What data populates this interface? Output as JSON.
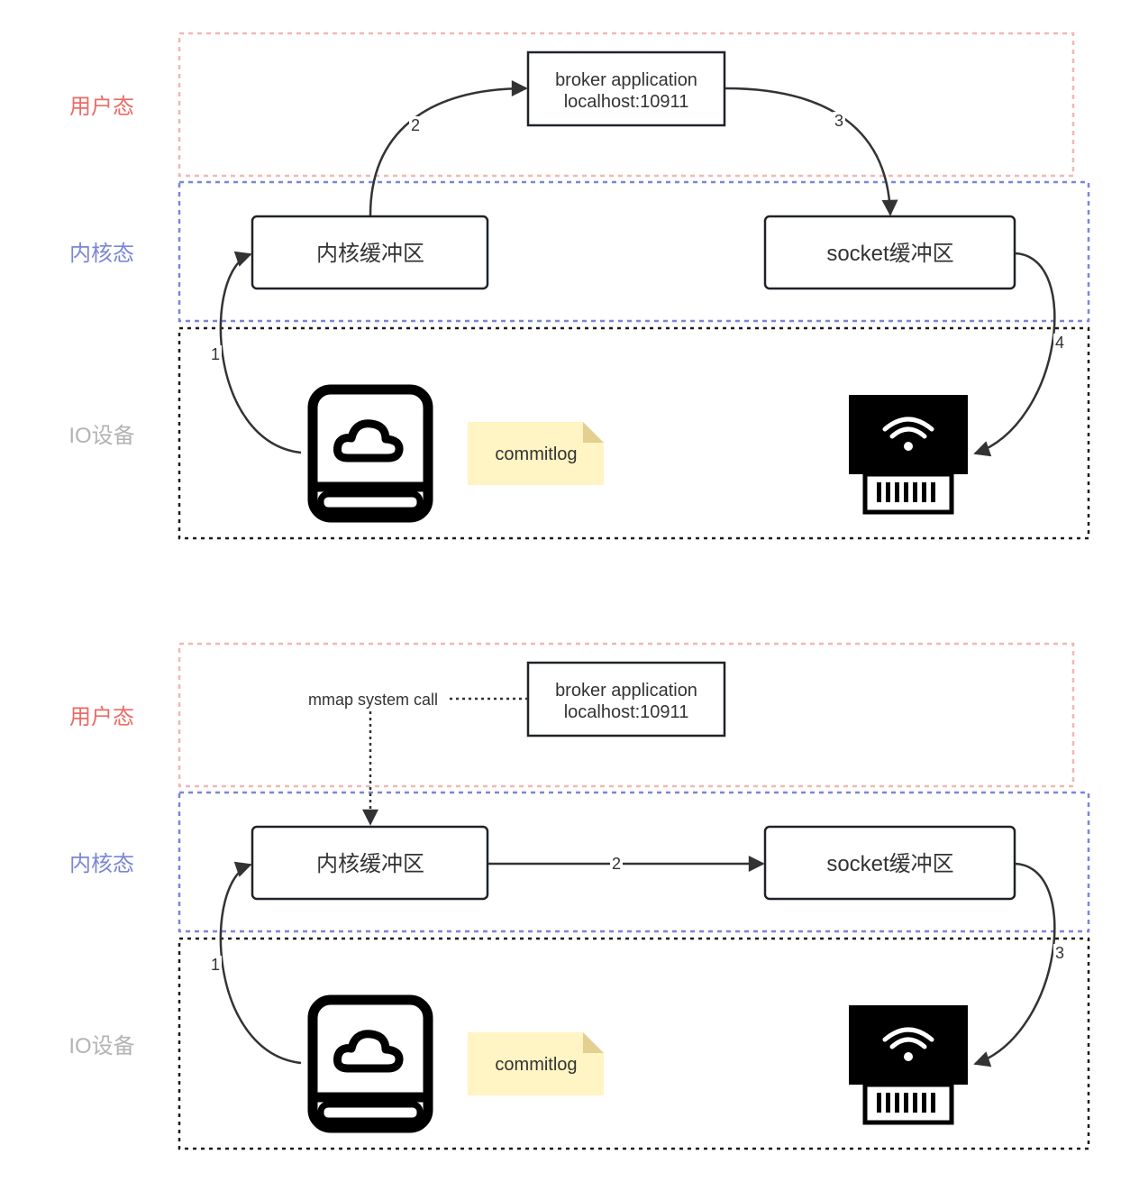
{
  "colors": {
    "user_lane": "#ea6b66",
    "user_lane_border": "#f0b8b4",
    "kernel_lane": "#7b85d8",
    "io_lane": "#b3b3b3",
    "io_border": "#1a1a1a",
    "edge": "#333333",
    "note_fill": "#fff4c3",
    "note_fold": "#e3cf8f"
  },
  "diagrams": [
    {
      "name": "traditional-copy",
      "lanes": {
        "user": "用户态",
        "kernel": "内核态",
        "io": "IO设备"
      },
      "nodes": {
        "app_line1": "broker application",
        "app_line2": "localhost:10911",
        "kernel_buffer": "内核缓冲区",
        "socket_buffer": "socket缓冲区",
        "note": "commitlog",
        "disk_icon": "disk-cloud-icon",
        "nic_icon": "network-card-icon"
      },
      "edges": [
        {
          "label": "1",
          "from": "disk",
          "to": "kernel_buffer"
        },
        {
          "label": "2",
          "from": "kernel_buffer",
          "to": "broker_application"
        },
        {
          "label": "3",
          "from": "broker_application",
          "to": "socket_buffer"
        },
        {
          "label": "4",
          "from": "socket_buffer",
          "to": "network_card"
        }
      ]
    },
    {
      "name": "mmap-copy",
      "lanes": {
        "user": "用户态",
        "kernel": "内核态",
        "io": "IO设备"
      },
      "nodes": {
        "app_line1": "broker application",
        "app_line2": "localhost:10911",
        "kernel_buffer": "内核缓冲区",
        "socket_buffer": "socket缓冲区",
        "note": "commitlog",
        "mmap_label": "mmap system call",
        "disk_icon": "disk-cloud-icon",
        "nic_icon": "network-card-icon"
      },
      "edges": [
        {
          "label": "1",
          "from": "disk",
          "to": "kernel_buffer"
        },
        {
          "label": "2",
          "from": "kernel_buffer",
          "to": "socket_buffer"
        },
        {
          "label": "3",
          "from": "socket_buffer",
          "to": "network_card"
        }
      ]
    }
  ]
}
